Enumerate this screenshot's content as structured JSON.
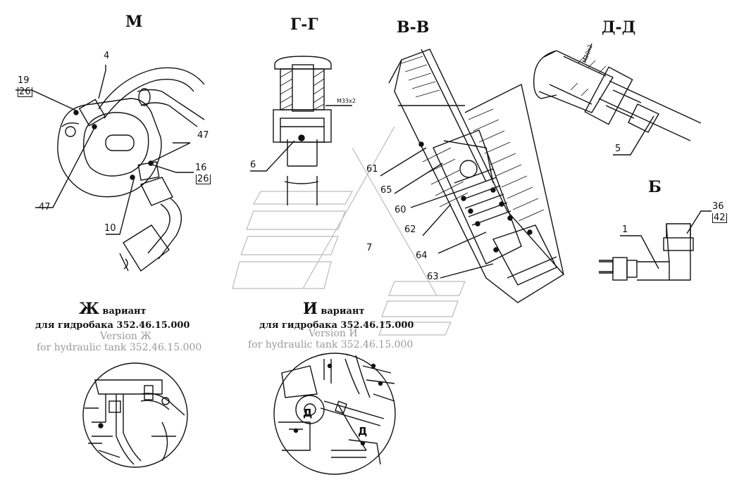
{
  "views": {
    "m": "М",
    "gg": "Г-Г",
    "vv": "В-В",
    "dd": "Д-Д",
    "b": "Б"
  },
  "variant_zh": {
    "letter": "Ж",
    "word": "вариант",
    "desc": "для гидробака 352.46.15.000",
    "en_title": "Version Ж",
    "en_desc": "for hydraulic tank 352.46.15.000"
  },
  "variant_i": {
    "letter": "И",
    "word": "вариант",
    "desc": "для гидробака 352.46.15.000",
    "en_title": "Version И",
    "en_desc": "for hydraulic tank 352.46.15.000"
  },
  "thread_gg": "M33x2",
  "thread_dd": "M30x2",
  "detail_d_1": "Д",
  "detail_d_2": "Д",
  "callouts": {
    "c4": "4",
    "c19": "19",
    "c26a": "26",
    "c47a": "47",
    "c16": "16",
    "c26b": "26",
    "c47b": "47",
    "c10": "10",
    "c6": "6",
    "c61": "61",
    "c65": "65",
    "c60": "60",
    "c62": "62",
    "c7": "7",
    "c64": "64",
    "c63": "63",
    "c5": "5",
    "c1": "1",
    "c36": "36",
    "c42": "42"
  }
}
